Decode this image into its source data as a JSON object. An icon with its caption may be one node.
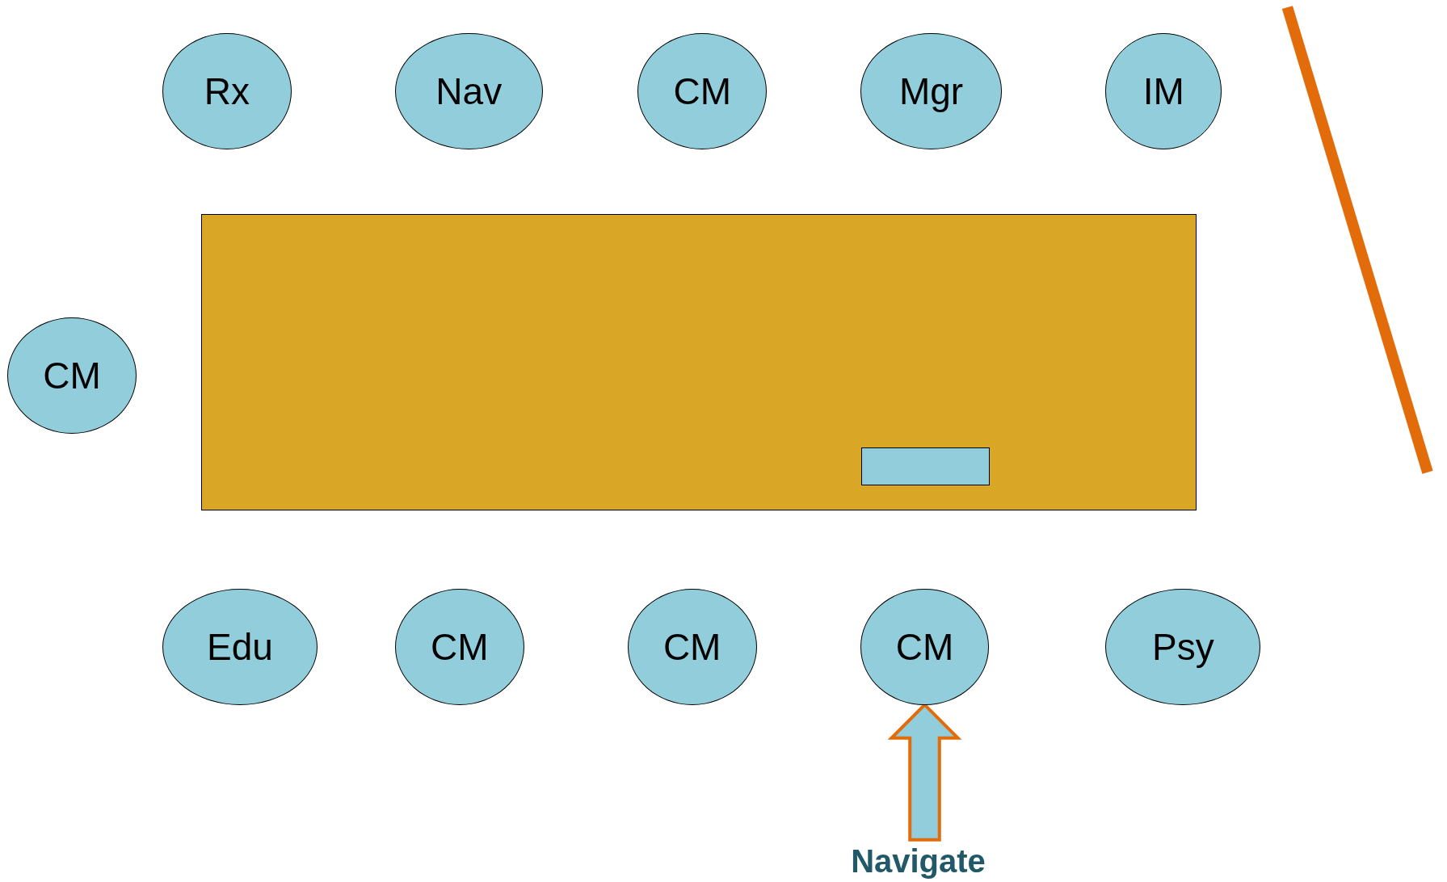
{
  "diagram": {
    "nodes": [
      {
        "text": [
          "Rx"
        ]
      },
      {
        "text": [
          "Nav"
        ]
      },
      {
        "text": [
          "CM"
        ]
      },
      {
        "text": [
          "Mgr"
        ]
      },
      {
        "text": [
          "IM"
        ]
      },
      {
        "text": [
          "CM"
        ]
      },
      {
        "text": [],
        "shape": "box"
      },
      {
        "text": [],
        "shape": "box",
        "in": 6
      },
      {
        "text": [
          "Edu"
        ]
      },
      {
        "text": [
          "CM"
        ]
      },
      {
        "text": [
          "CM"
        ]
      },
      {
        "text": [
          "CM"
        ]
      },
      {
        "text": [
          "Psy"
        ]
      },
      {
        "text": [
          "Navigate"
        ]
      }
    ],
    "edges": [
      {
        "from": 13,
        "to": 11,
        "arrow": "to"
      }
    ]
  }
}
